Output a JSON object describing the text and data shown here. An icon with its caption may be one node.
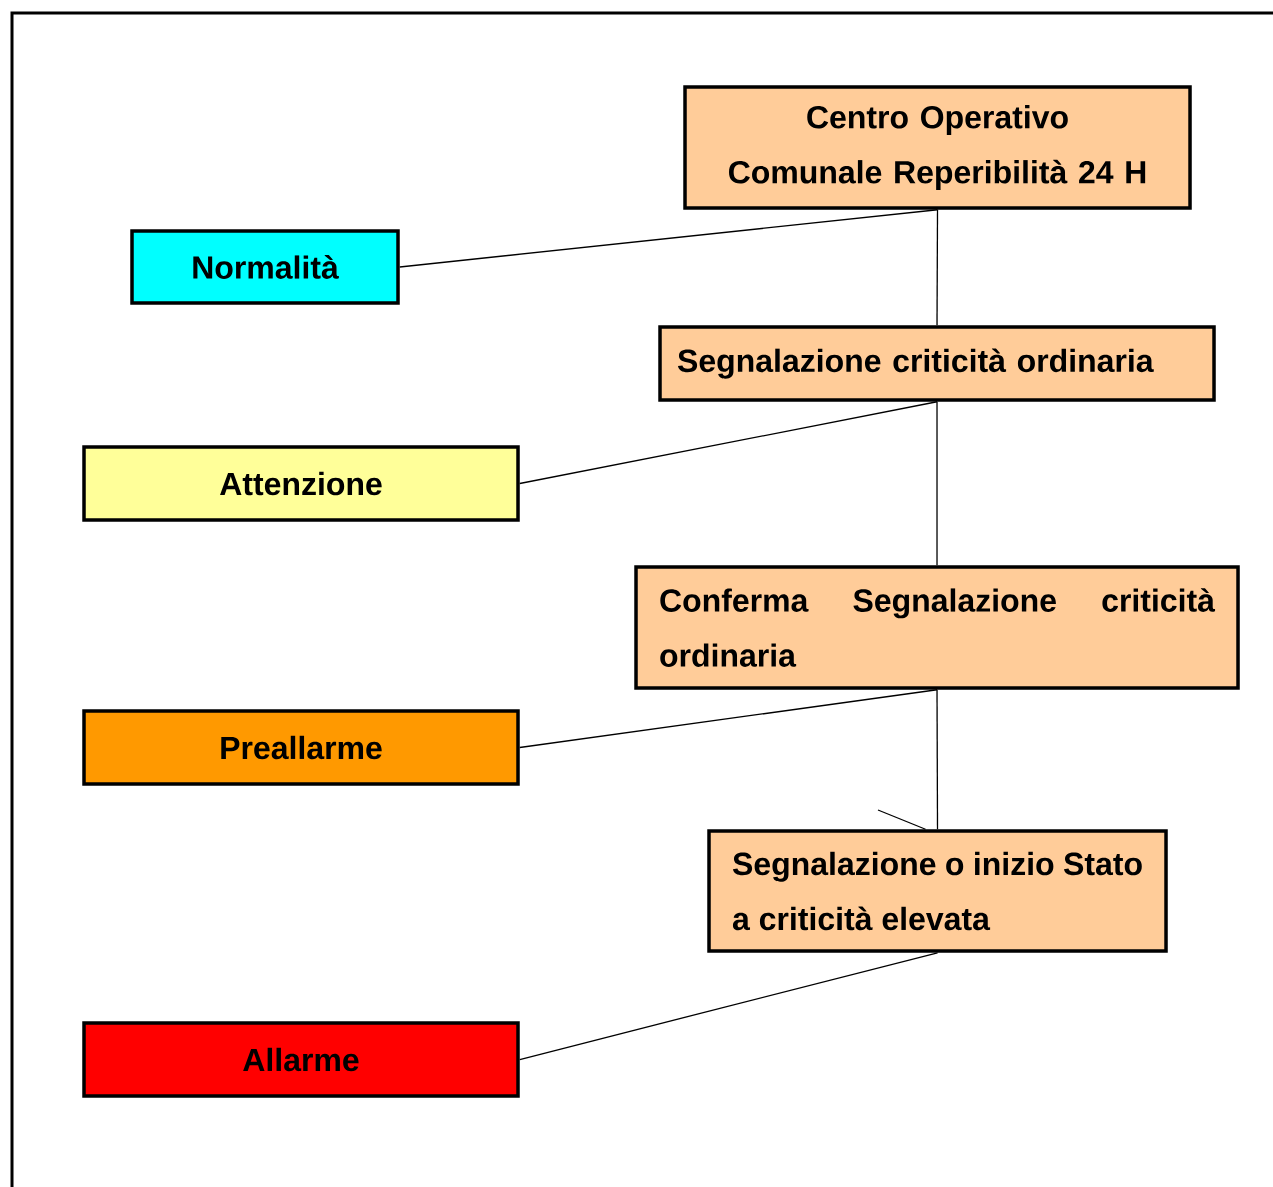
{
  "diagram": {
    "nodes": [
      {
        "text": [
          "Centro Operativo Comunale Reperibilità 24 H"
        ]
      },
      {
        "text": [
          "Normalità"
        ]
      },
      {
        "text": [
          "Segnalazione criticità ordinaria"
        ]
      },
      {
        "text": [
          "Attenzione"
        ]
      },
      {
        "text": [
          "Conferma Segnalazione criticità ordinaria"
        ]
      },
      {
        "text": [
          "Preallarme"
        ]
      },
      {
        "text": [
          "Segnalazione o inizio Stato a criticità elevata"
        ]
      },
      {
        "text": [
          "Allarme"
        ]
      }
    ],
    "edges": [
      {
        "from": 0,
        "to": 1,
        "arrow": "none"
      },
      {
        "from": 0,
        "to": 2,
        "arrow": "none"
      },
      {
        "from": 2,
        "to": 3,
        "arrow": "none"
      },
      {
        "from": 2,
        "to": 4,
        "arrow": "none"
      },
      {
        "from": 4,
        "to": 5,
        "arrow": "none"
      },
      {
        "from": 4,
        "to": 6,
        "arrow": "none"
      },
      {
        "from": null,
        "to": 6,
        "arrow": "none"
      },
      {
        "from": 6,
        "to": 7,
        "arrow": "none"
      }
    ]
  }
}
